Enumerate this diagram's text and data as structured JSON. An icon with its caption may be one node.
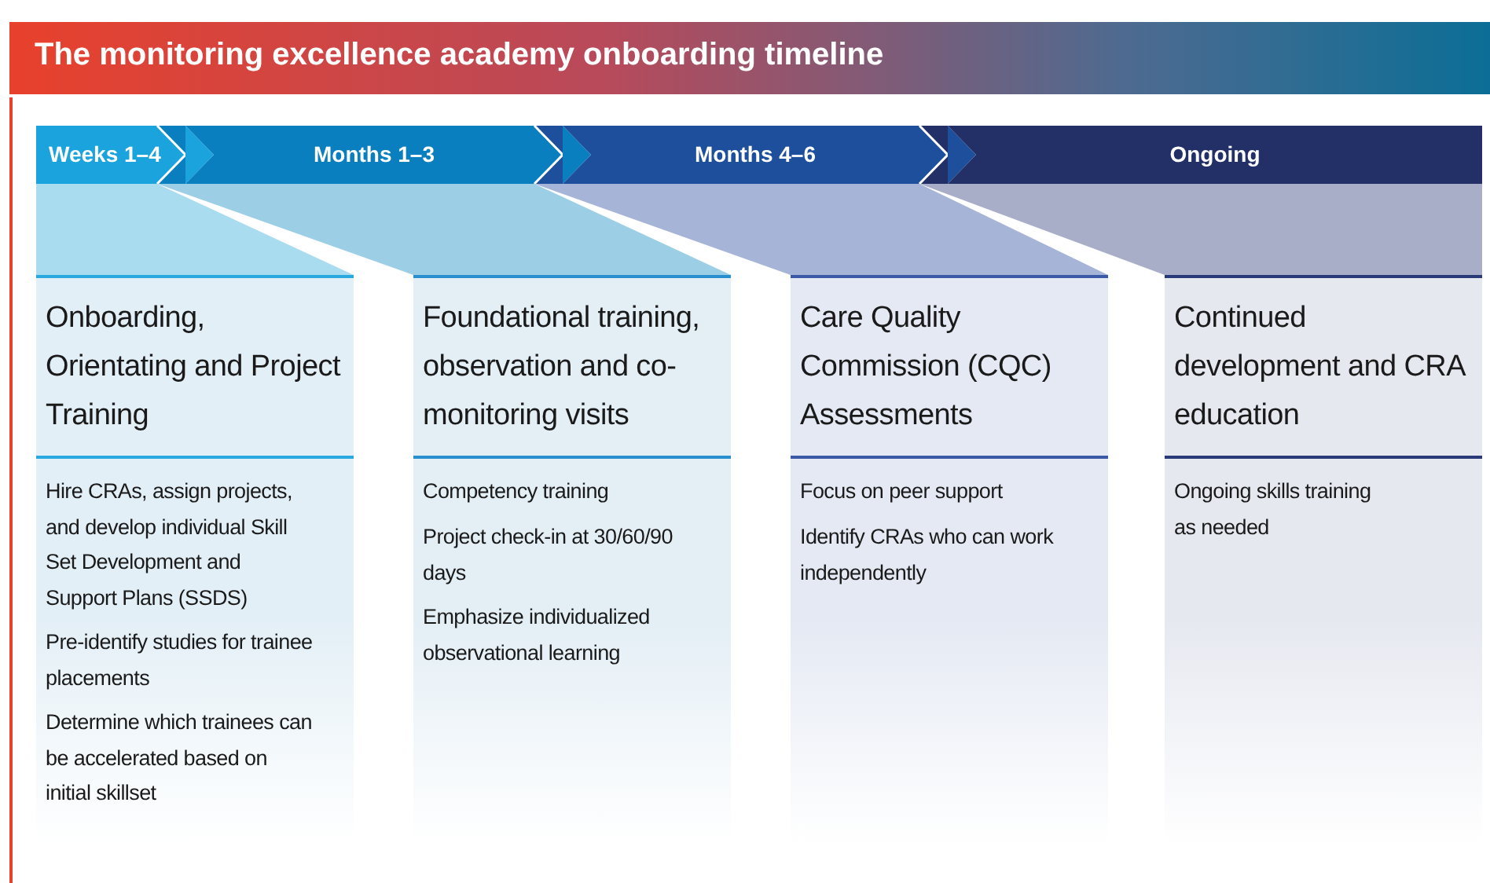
{
  "diagram": {
    "title": "The monitoring excellence academy onboarding timeline",
    "nodes": [
      {
        "text": [
          "Weeks 1–4"
        ]
      },
      {
        "text": [
          "Months 1–3"
        ]
      },
      {
        "text": [
          "Months 4–6"
        ]
      },
      {
        "text": [
          "Ongoing"
        ]
      },
      {
        "text": [],
        "shape": "trapezoid"
      },
      {
        "text": [],
        "shape": "trapezoid"
      },
      {
        "text": [],
        "shape": "trapezoid"
      },
      {
        "text": [],
        "shape": "trapezoid"
      },
      {
        "text": [
          "Onboarding, Orientating and Project Training",
          "Hire CRAs, assign projects, and develop individual Skill Set Development and Support Plans (SSDS)",
          "Pre-identify studies for trainee placements",
          "Determine which trainees can be accelerated based on initial skillset"
        ]
      },
      {
        "text": [
          "Foundational training, observation and co-monitoring visits",
          "Competency training",
          "Project check-in at 30/60/90 days",
          "Emphasize individualized observational learning"
        ]
      },
      {
        "text": [
          "Care Quality Commission (CQC) Assessments",
          "Focus on peer support",
          "Identify CRAs who can work independently"
        ]
      },
      {
        "text": [
          "Continued development and CRA education",
          "Ongoing skills training as needed"
        ]
      }
    ]
  }
}
